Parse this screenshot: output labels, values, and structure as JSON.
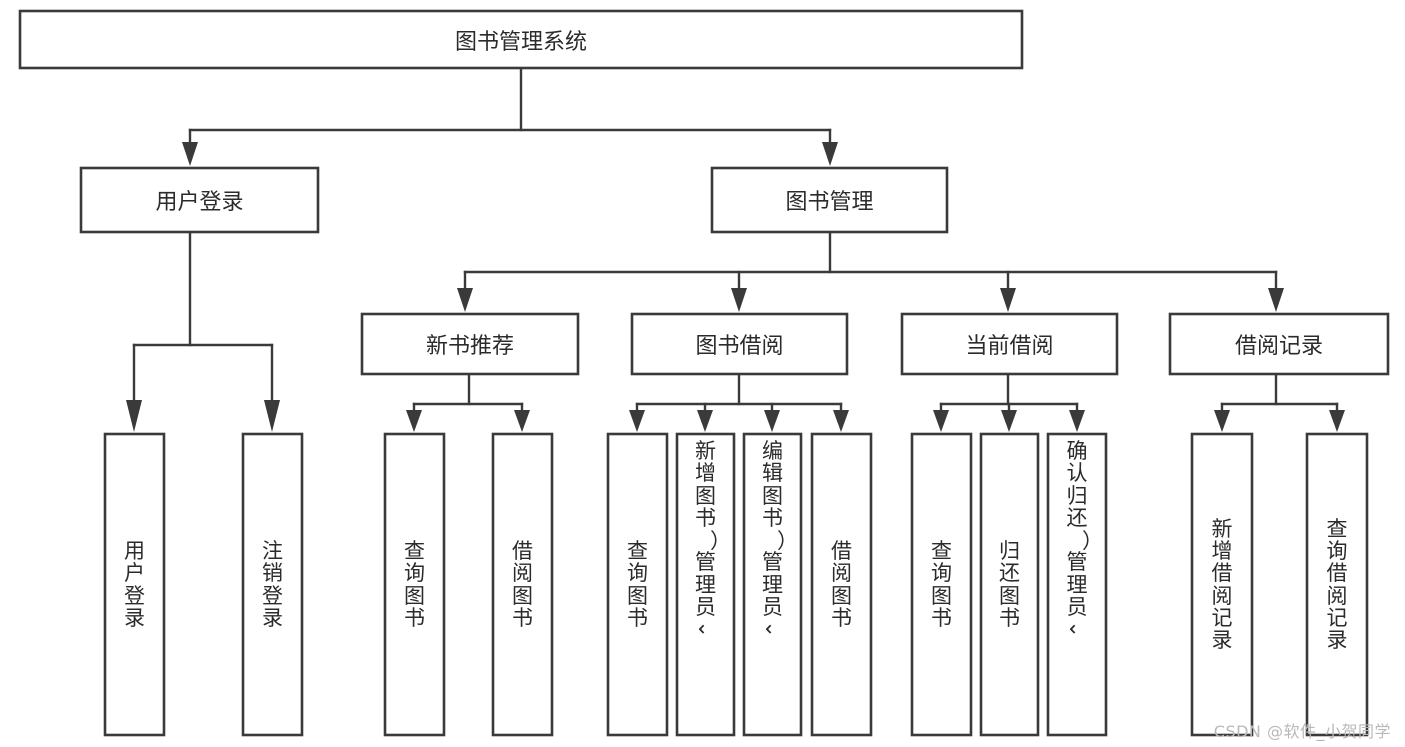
{
  "diagram": {
    "type": "tree-hierarchy",
    "title": "图书管理系统",
    "watermark": "CSDN @软件_小贺同学",
    "colors": {
      "box_stroke": "#3a3a3a",
      "box_fill": "#ffffff",
      "text": "#2b2b2b",
      "background": "#ffffff",
      "watermark": "#b9b9b9"
    },
    "root": {
      "id": "root",
      "label": "图书管理系统",
      "orientation": "horizontal"
    },
    "level2": [
      {
        "id": "user-login",
        "label": "用户登录",
        "orientation": "horizontal"
      },
      {
        "id": "book-management",
        "label": "图书管理",
        "orientation": "horizontal"
      }
    ],
    "level3": [
      {
        "id": "new-book-recommend",
        "label": "新书推荐",
        "orientation": "horizontal",
        "parent": "book-management"
      },
      {
        "id": "book-borrow",
        "label": "图书借阅",
        "orientation": "horizontal",
        "parent": "book-management"
      },
      {
        "id": "current-borrow",
        "label": "当前借阅",
        "orientation": "horizontal",
        "parent": "book-management"
      },
      {
        "id": "borrow-record",
        "label": "借阅记录",
        "orientation": "horizontal",
        "parent": "book-management"
      }
    ],
    "leaves": [
      {
        "id": "leaf-user-login",
        "label": "用户登录",
        "chars": [
          "用",
          "户",
          "登",
          "录"
        ],
        "parent": "user-login"
      },
      {
        "id": "leaf-logout-login",
        "label": "注销登录",
        "chars": [
          "注",
          "销",
          "登",
          "录"
        ],
        "parent": "user-login"
      },
      {
        "id": "leaf-query-book-1",
        "label": "查询图书",
        "chars": [
          "查",
          "询",
          "图",
          "书"
        ],
        "parent": "new-book-recommend"
      },
      {
        "id": "leaf-borrow-book-1",
        "label": "借阅图书",
        "chars": [
          "借",
          "阅",
          "图",
          "书"
        ],
        "parent": "new-book-recommend"
      },
      {
        "id": "leaf-query-book-2",
        "label": "查询图书",
        "chars": [
          "查",
          "询",
          "图",
          "书"
        ],
        "parent": "book-borrow"
      },
      {
        "id": "leaf-add-book-admin",
        "label": "新增图书（管理员）",
        "chars": [
          "新",
          "增",
          "图",
          "书",
          "（",
          "管",
          "理",
          "员",
          "）"
        ],
        "parent": "book-borrow"
      },
      {
        "id": "leaf-edit-book-admin",
        "label": "编辑图书（管理员）",
        "chars": [
          "编",
          "辑",
          "图",
          "书",
          "（",
          "管",
          "理",
          "员",
          "）"
        ],
        "parent": "book-borrow"
      },
      {
        "id": "leaf-borrow-book-2",
        "label": "借阅图书",
        "chars": [
          "借",
          "阅",
          "图",
          "书"
        ],
        "parent": "book-borrow"
      },
      {
        "id": "leaf-query-book-3",
        "label": "查询图书",
        "chars": [
          "查",
          "询",
          "图",
          "书"
        ],
        "parent": "current-borrow"
      },
      {
        "id": "leaf-return-book",
        "label": "归还图书",
        "chars": [
          "归",
          "还",
          "图",
          "书"
        ],
        "parent": "current-borrow"
      },
      {
        "id": "leaf-confirm-return-admin",
        "label": "确认归还（管理员）",
        "chars": [
          "确",
          "认",
          "归",
          "还",
          "（",
          "管",
          "理",
          "员",
          "）"
        ],
        "parent": "current-borrow"
      },
      {
        "id": "leaf-add-borrow-record",
        "label": "新增借阅记录",
        "chars": [
          "新",
          "增",
          "借",
          "阅",
          "记",
          "录"
        ],
        "parent": "borrow-record"
      },
      {
        "id": "leaf-query-borrow-record",
        "label": "查询借阅记录",
        "chars": [
          "查",
          "询",
          "借",
          "阅",
          "记",
          "录"
        ],
        "parent": "borrow-record"
      }
    ]
  }
}
